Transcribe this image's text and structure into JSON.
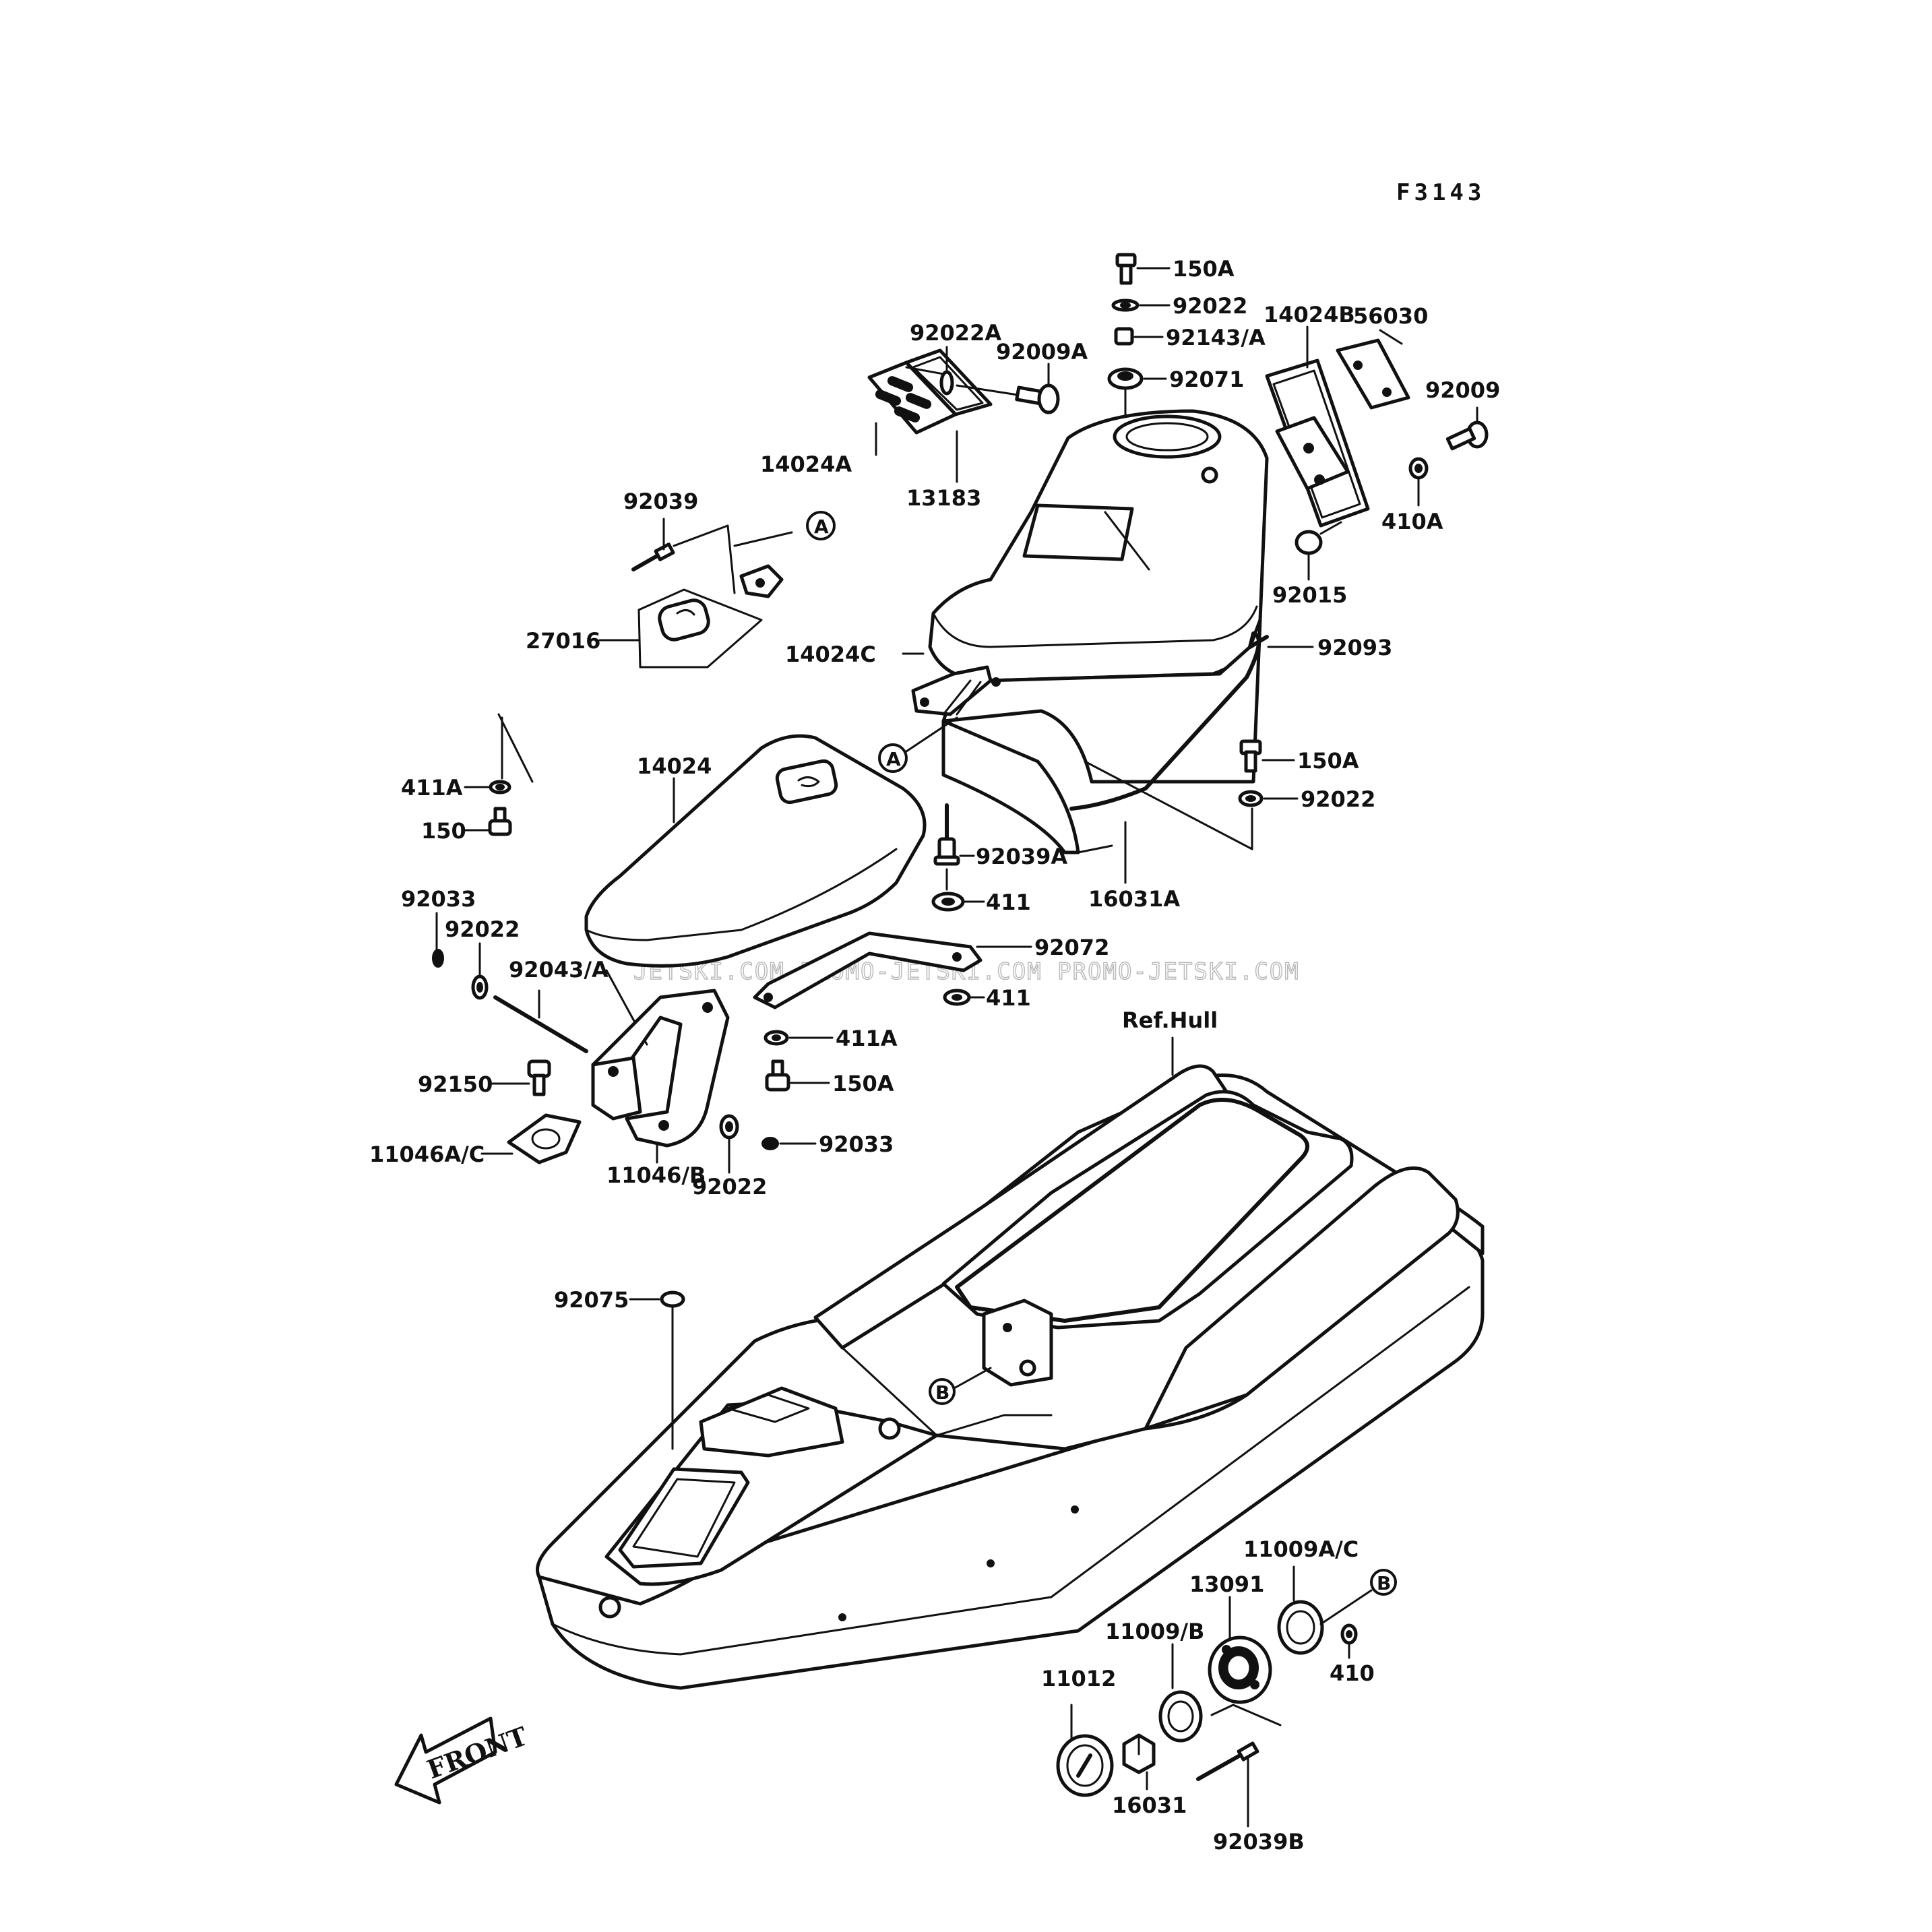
{
  "figure_code": "F3143",
  "watermark": "JETSKI.COM PROMO-JETSKI.COM PROMO-JETSKI.COM",
  "direction_label": "FRONT",
  "ref_markers": {
    "a": "A",
    "b": "B"
  },
  "labels": {
    "p150A_top": "150A",
    "p92022_top": "92022",
    "p92143A": "92143/A",
    "p92071": "92071",
    "p92022A": "92022A",
    "p92009A": "92009A",
    "p14024B": "14024B",
    "p56030": "56030",
    "p92009": "92009",
    "p410A": "410A",
    "p14024A": "14024A",
    "p13183": "13183",
    "p92039": "92039",
    "p27016": "27016",
    "p14024C": "14024C",
    "p92015": "92015",
    "p92093": "92093",
    "p411A_left": "411A",
    "p150_left": "150",
    "p14024": "14024",
    "p150A_mid": "150A",
    "p92022_right": "92022",
    "p92039A": "92039A",
    "p411_a": "411",
    "p16031A": "16031A",
    "p92033_left": "92033",
    "p92022_left": "92022",
    "p92043A": "92043/A",
    "p92072": "92072",
    "p411_b": "411",
    "p411A_mid": "411A",
    "p150A_low": "150A",
    "p92150": "92150",
    "p11046AC": "11046A/C",
    "p11046B": "11046/B",
    "p92022_low": "92022",
    "p92033_low": "92033",
    "pRefHull": "Ref.Hull",
    "p92075": "92075",
    "p11009AC": "11009A/C",
    "p13091": "13091",
    "p11009B": "11009/B",
    "p410": "410",
    "p11012": "11012",
    "p16031": "16031",
    "p92039B": "92039B"
  }
}
